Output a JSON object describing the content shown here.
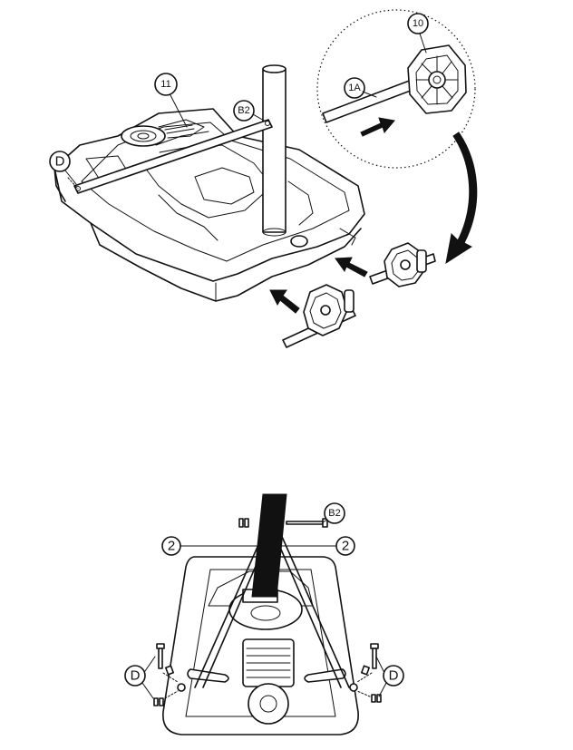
{
  "callouts": {
    "part_11": "11",
    "part_b2_top": "B2",
    "part_d_top": "D",
    "part_10": "10",
    "part_1a": "1A",
    "part_b2_bottom": "B2",
    "part_2_left": "2",
    "part_2_right": "2",
    "part_d_left": "D",
    "part_d_right": "D"
  },
  "icons": [
    "arrow-icon",
    "curved-arrow-icon",
    "wheel-icon",
    "bolt-icon"
  ],
  "colors": {
    "line": "#111111",
    "background": "#ffffff"
  }
}
